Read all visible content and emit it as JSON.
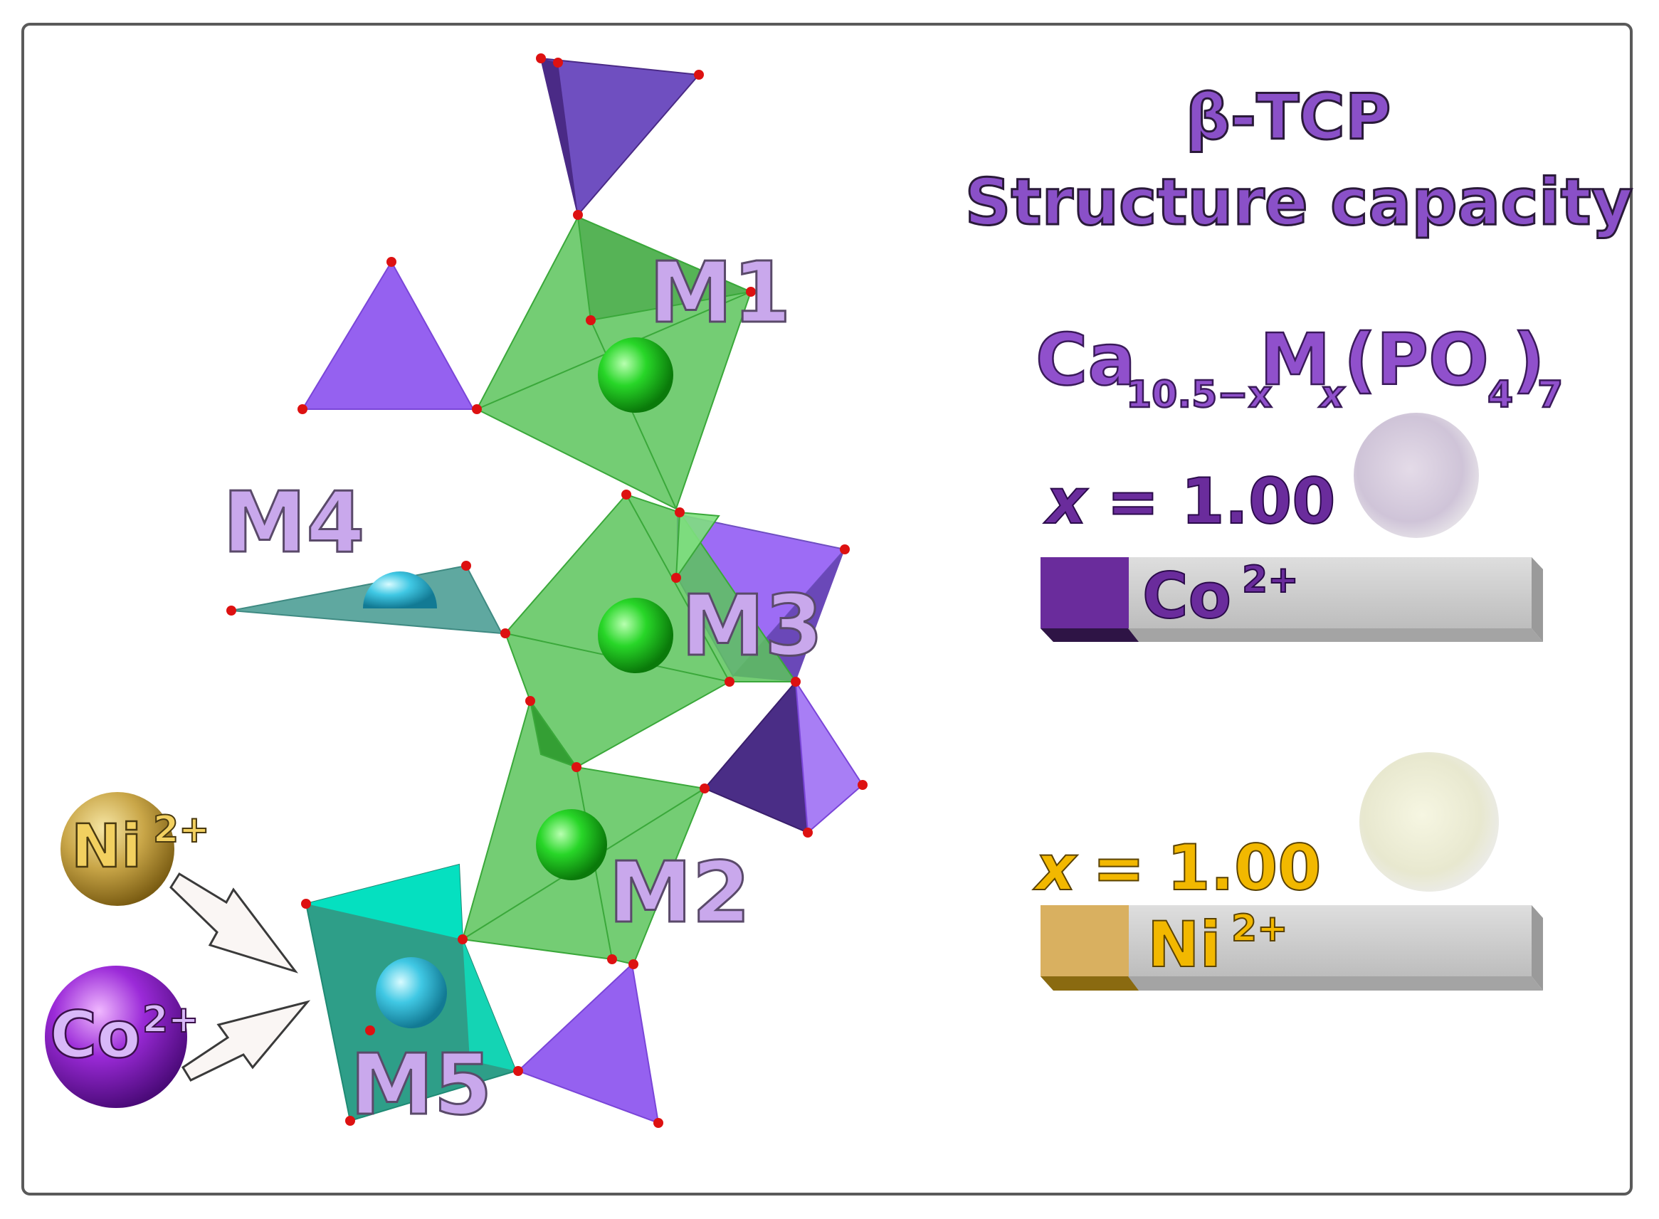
{
  "title": {
    "line1": "β-TCP",
    "line2": "Structure capacity"
  },
  "formula": {
    "base": "Ca",
    "sub1": "10.5−x",
    "m": "M",
    "sub2": "x",
    "group": "(PO",
    "sub3": "4",
    "close": ")",
    "sub4": "7"
  },
  "sites": {
    "m1": "M1",
    "m2": "M2",
    "m3": "M3",
    "m4": "M4",
    "m5": "M5"
  },
  "ions": {
    "ni": {
      "symbol": "Ni",
      "charge": "2+"
    },
    "co": {
      "symbol": "Co",
      "charge": "2+"
    }
  },
  "bars": [
    {
      "x_label": "x",
      "equals": "= 1.00",
      "ion_symbol": "Co",
      "ion_charge": "2+",
      "fill_fraction": 0.18,
      "color": "#6a2c9c",
      "dark": "#2e1445",
      "text_color": "#6a2c9c"
    },
    {
      "x_label": "x",
      "equals": "= 1.00",
      "ion_symbol": "Ni",
      "ion_charge": "2+",
      "fill_fraction": 0.18,
      "color": "#d9b060",
      "dark": "#8a6a10",
      "text_color": "#f2b800"
    }
  ],
  "colors": {
    "phosphate": "#9561f0",
    "phosphate_dark": "#4a2a86",
    "octahedron": "#5cc45c",
    "m5_polyhedron": "#22b59a",
    "m4_plane": "#5fa8a0",
    "green_atom": "#18d018",
    "cyan_atom": "#3ec8e0",
    "oxygen": "#dd1111",
    "label_fill": "#c9a8ec"
  }
}
